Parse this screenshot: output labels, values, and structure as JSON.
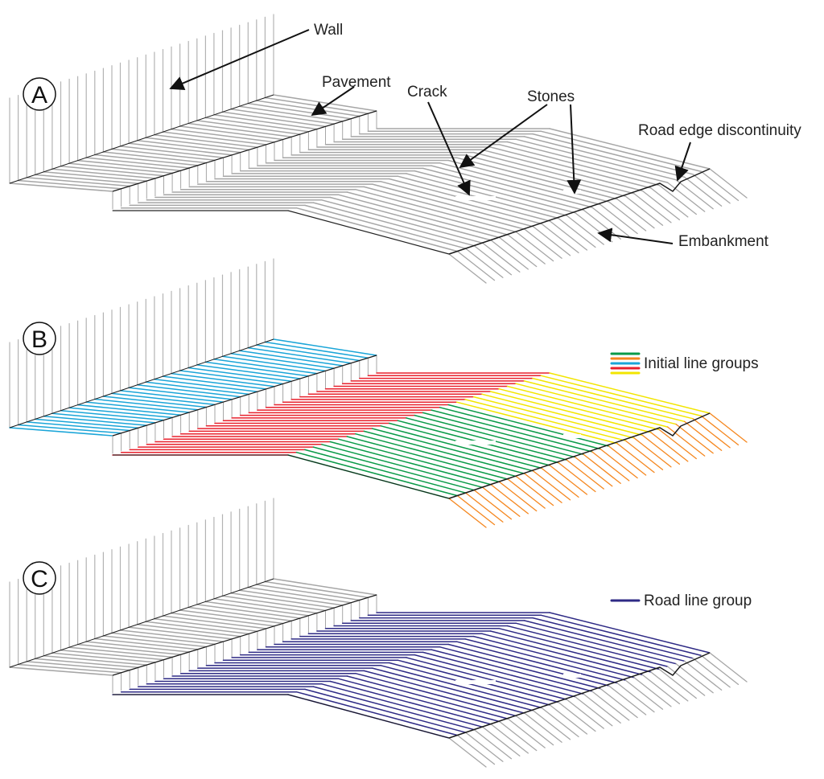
{
  "panels": [
    {
      "letter": "A",
      "labels": {
        "wall": "Wall",
        "pavement": "Pavement",
        "crack": "Crack",
        "stones": "Stones",
        "road_edge": "Road edge discontinuity",
        "embankment": "Embankment"
      }
    },
    {
      "letter": "B",
      "legend": {
        "label": "Initial line groups",
        "colors": [
          "#0a9a48",
          "#f5871f",
          "#1aa5d8",
          "#e8212d",
          "#f2e500"
        ]
      }
    },
    {
      "letter": "C",
      "legend": {
        "label": "Road line group",
        "colors": [
          "#2e2a85"
        ]
      }
    }
  ],
  "colors": {
    "neutral": "#a6a6a6",
    "wall": "#b3b3b3",
    "pavement_group": "#1aa5d8",
    "road_left_group": "#e8212d",
    "road_middle_group": "#0a9a48",
    "road_right_group": "#f2e500",
    "embankment_group": "#f5871f",
    "road_line_group": "#2e2a85",
    "edge": "#1a1a1a"
  }
}
